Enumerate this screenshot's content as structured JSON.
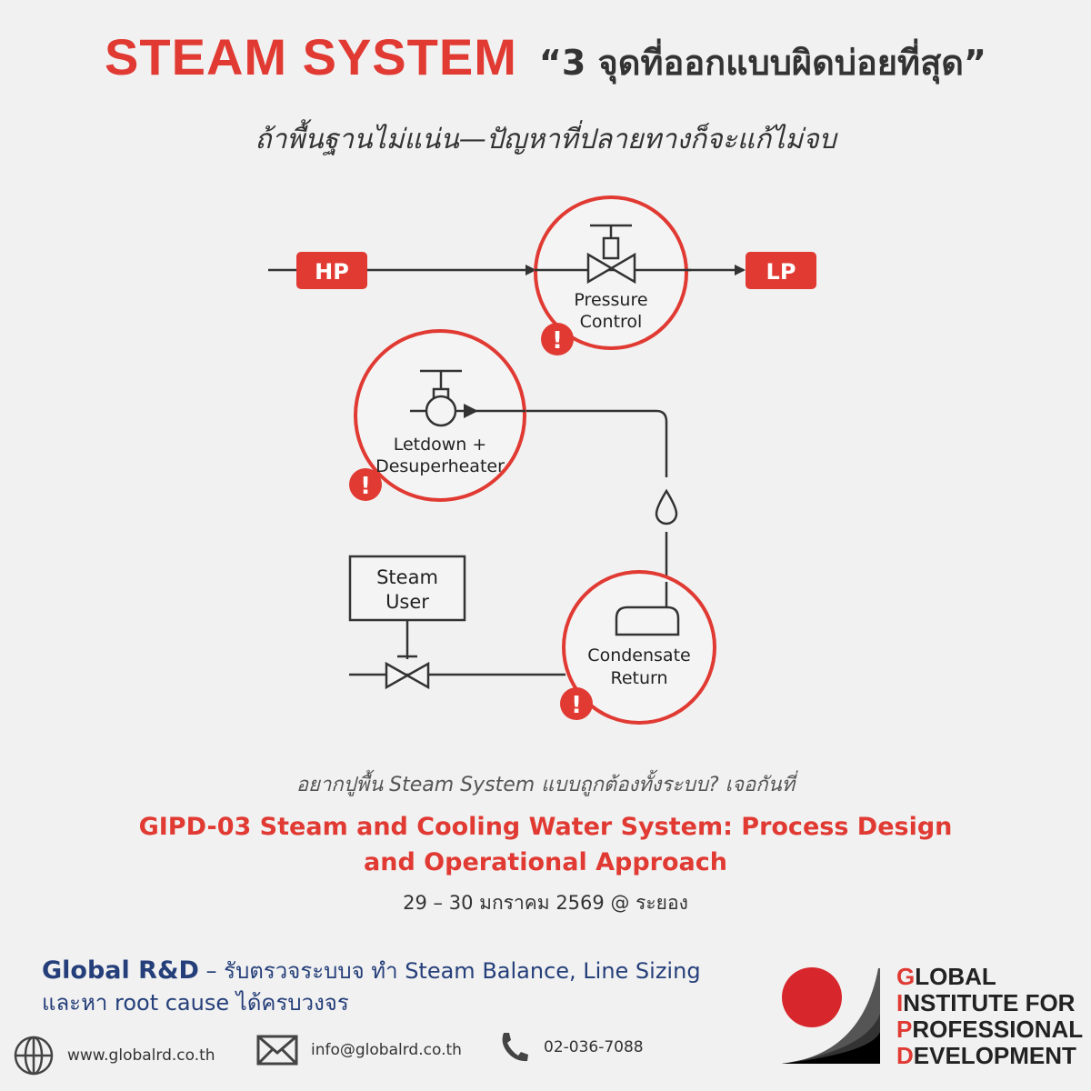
{
  "header": {
    "title_en": "STEAM SYSTEM",
    "title_th": "“3 จุดที่ออกแบบผิดบ่อยที่สุด”",
    "subtitle": "ถ้าพื้นฐานไม่แน่น—ปัญหาที่ปลายทางก็จะแก้ไม่จบ"
  },
  "diagram": {
    "hp_label": "HP",
    "lp_label": "LP",
    "pressure_control": [
      "Pressure",
      "Control"
    ],
    "letdown": [
      "Letdown +",
      "Desuperheater"
    ],
    "steam_user": [
      "Steam",
      "User"
    ],
    "condensate": [
      "Condensate",
      "Return"
    ],
    "warning_symbol": "!",
    "accent": "#e03a33"
  },
  "promo": {
    "cta": "อยากปูพื้น Steam System แบบถูกต้องทั้งระบบ? เจอกันที่",
    "course_line1": "GIPD-03 Steam and Cooling Water System: Process Design",
    "course_line2": "and Operational Approach",
    "date": "29 – 30 มกราคม 2569 @ ระยอง"
  },
  "footer": {
    "brand": "Global R&D",
    "service_line1": " – รับตรวจระบบจ ทำ Steam Balance, Line Sizing",
    "service_line2": "และหา root cause ได้ครบวงจร",
    "website": "www.globalrd.co.th",
    "email": "info@globalrd.co.th",
    "phone": "02-036-7088",
    "logo": {
      "lines": [
        {
          "first": "G",
          "rest": "LOBAL"
        },
        {
          "first": "I",
          "rest": "NSTITUTE FOR"
        },
        {
          "first": "P",
          "rest": "ROFESSIONAL"
        },
        {
          "first": "D",
          "rest": "EVELOPMENT"
        }
      ]
    }
  }
}
